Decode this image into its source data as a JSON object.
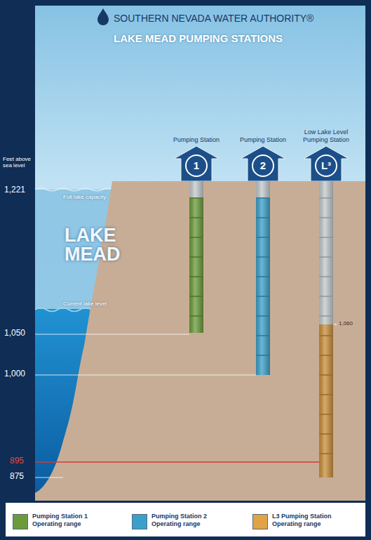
{
  "diagram": {
    "title": "SOUTHERN NEVADA WATER AUTHORITY®",
    "nodes": [
      {
        "text": [
          "Pumping Station",
          "1"
        ]
      },
      {
        "text": [
          "Pumping Station",
          "2"
        ]
      },
      {
        "text": [
          "Low Lake Level Pumping Station",
          "L³"
        ]
      }
    ],
    "labels": [
      "LAKE MEAD PUMPING STATIONS",
      "Feet above sea level",
      "1,221",
      "Full lake capacity",
      "LAKE MEAD",
      "Current lake level",
      "1,050",
      "1,000",
      "895",
      "875",
      "1,060"
    ],
    "legend": [
      {
        "text": "Pumping Station 1 Operating range",
        "color": "#6c9b3c"
      },
      {
        "text": "Pumping Station 2 Operating range",
        "color": "#3ba0c9"
      },
      {
        "text": "L3 Pumping Station Operating range",
        "color": "#e0a446"
      }
    ]
  }
}
